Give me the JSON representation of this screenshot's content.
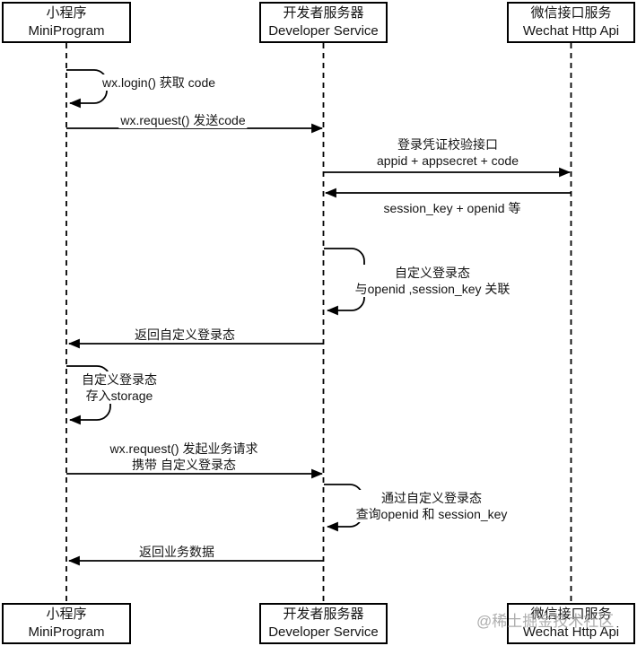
{
  "actors": [
    {
      "cn": "小程序",
      "en": "MiniProgram"
    },
    {
      "cn": "开发者服务器",
      "en": "Developer Service"
    },
    {
      "cn": "微信接口服务",
      "en": "Wechat Http Api"
    }
  ],
  "messages": [
    {
      "id": "wx-login",
      "lines": [
        "wx.login() 获取 code"
      ]
    },
    {
      "id": "wx-request-send-code",
      "lines": [
        "wx.request() 发送code"
      ]
    },
    {
      "id": "login-credential-check",
      "lines": [
        "登录凭证校验接口",
        "appid + appsecret + code"
      ]
    },
    {
      "id": "session-key-openid",
      "lines": [
        "session_key + openid 等"
      ]
    },
    {
      "id": "create-custom-login-state",
      "lines": [
        "自定义登录态",
        "与openid ,session_key 关联"
      ]
    },
    {
      "id": "return-custom-login-state",
      "lines": [
        "返回自定义登录态"
      ]
    },
    {
      "id": "store-custom-login-state",
      "lines": [
        "自定义登录态",
        "存入storage"
      ]
    },
    {
      "id": "business-request",
      "lines": [
        "wx.request() 发起业务请求",
        "携带 自定义登录态"
      ]
    },
    {
      "id": "query-by-login-state",
      "lines": [
        "通过自定义登录态",
        "查询openid 和 session_key"
      ]
    },
    {
      "id": "return-business-data",
      "lines": [
        "返回业务数据"
      ]
    }
  ],
  "watermark": "@稀土掘金技术社区",
  "colors": {
    "stroke": "#000000",
    "background": "#ffffff",
    "watermark": "#9e9e9e"
  }
}
